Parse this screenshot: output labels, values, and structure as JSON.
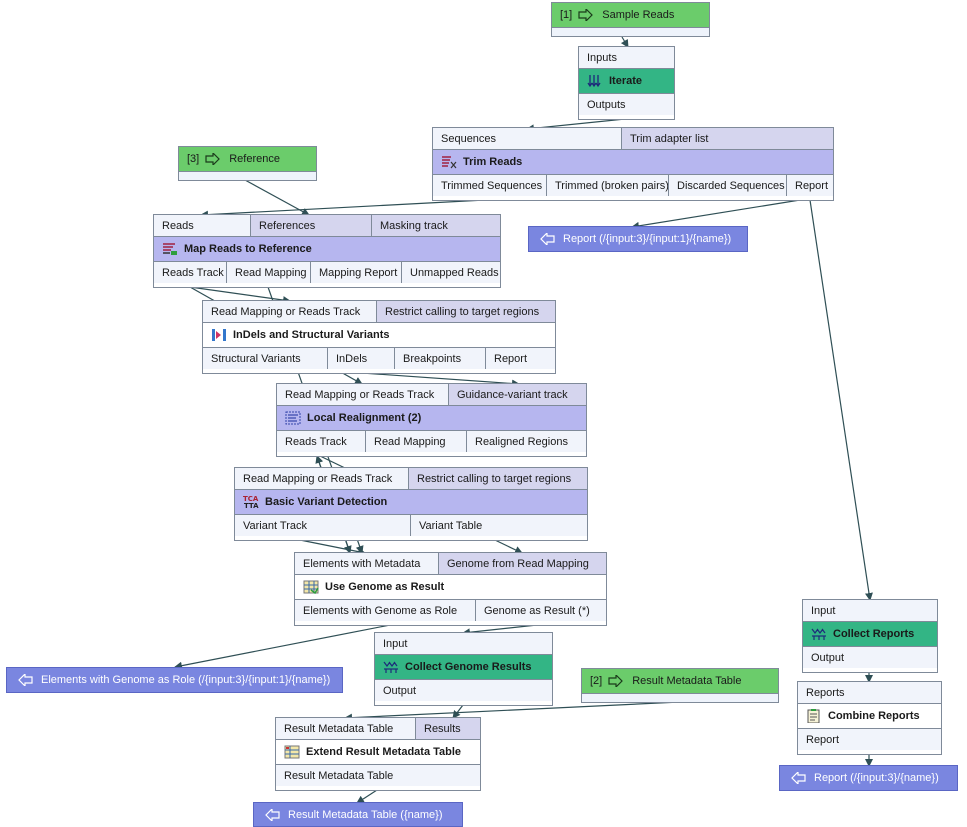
{
  "colors": {
    "input_green": "#6bcc6b",
    "title_purple": "#b6b6ef",
    "title_teal": "#33b585",
    "output_blue": "#7a86e0",
    "pin_bg": "#f1f4fb",
    "config_pin_bg": "#d5d5ee",
    "wire": "#2f4f55"
  },
  "inputs": {
    "sample_reads": {
      "index": "[1]",
      "label": "Sample Reads",
      "icon": "input-arrow-icon"
    },
    "reference": {
      "index": "[3]",
      "label": "Reference",
      "icon": "input-arrow-icon"
    },
    "result_metadata_table": {
      "index": "[2]",
      "label": "Result Metadata Table",
      "icon": "input-arrow-icon"
    }
  },
  "nodes": {
    "iterate": {
      "title": "Iterate",
      "inputs": [
        "Inputs"
      ],
      "outputs": [
        "Outputs"
      ],
      "icon": "iterate-icon"
    },
    "trim_reads": {
      "title": "Trim Reads",
      "inputs": [
        "Sequences",
        "Trim adapter list"
      ],
      "outputs": [
        "Trimmed Sequences",
        "Trimmed (broken pairs)",
        "Discarded Sequences",
        "Report"
      ],
      "icon": "trim-reads-icon"
    },
    "map_reads": {
      "title": "Map Reads to Reference",
      "inputs": [
        "Reads",
        "References",
        "Masking track"
      ],
      "outputs": [
        "Reads Track",
        "Read Mapping",
        "Mapping Report",
        "Unmapped Reads"
      ],
      "icon": "map-reads-icon"
    },
    "indels": {
      "title": "InDels and Structural Variants",
      "inputs": [
        "Read Mapping or Reads Track",
        "Restrict calling to target regions"
      ],
      "outputs": [
        "Structural Variants",
        "InDels",
        "Breakpoints",
        "Report"
      ],
      "icon": "indels-icon"
    },
    "local_realignment": {
      "title": "Local Realignment (2)",
      "inputs": [
        "Read Mapping or Reads Track",
        "Guidance-variant track"
      ],
      "outputs": [
        "Reads Track",
        "Read Mapping",
        "Realigned Regions"
      ],
      "icon": "local-realignment-icon"
    },
    "basic_variant": {
      "title": "Basic Variant Detection",
      "inputs": [
        "Read Mapping or Reads Track",
        "Restrict calling to target regions"
      ],
      "outputs": [
        "Variant Track",
        "Variant Table"
      ],
      "icon": "variant-detection-icon"
    },
    "use_genome": {
      "title": "Use Genome as Result",
      "inputs": [
        "Elements with Metadata",
        "Genome from Read Mapping"
      ],
      "outputs": [
        "Elements with Genome as Role",
        "Genome as Result (*)"
      ],
      "icon": "use-genome-icon"
    },
    "collect_genome": {
      "title": "Collect Genome Results",
      "inputs": [
        "Input"
      ],
      "outputs": [
        "Output"
      ],
      "icon": "collect-icon"
    },
    "extend_metadata": {
      "title": "Extend Result Metadata Table",
      "inputs": [
        "Result Metadata Table",
        "Results"
      ],
      "outputs": [
        "Result Metadata Table"
      ],
      "icon": "metadata-table-icon"
    },
    "collect_reports": {
      "title": "Collect Reports",
      "inputs": [
        "Input"
      ],
      "outputs": [
        "Output"
      ],
      "icon": "collect-icon"
    },
    "combine_reports": {
      "title": "Combine Reports",
      "inputs": [
        "Reports"
      ],
      "outputs": [
        "Report"
      ],
      "icon": "combine-reports-icon"
    }
  },
  "outputs": {
    "trim_report": {
      "label": "Report (/{input:3}/{input:1}/{name})",
      "icon": "output-arrow-icon"
    },
    "elements_genome": {
      "label": "Elements with Genome as Role (/{input:3}/{input:1}/{name})",
      "icon": "output-arrow-icon"
    },
    "result_metadata": {
      "label": "Result Metadata Table ({name})",
      "icon": "output-arrow-icon"
    },
    "combined_report": {
      "label": "Report (/{input:3}/{name})",
      "icon": "output-arrow-icon"
    }
  }
}
